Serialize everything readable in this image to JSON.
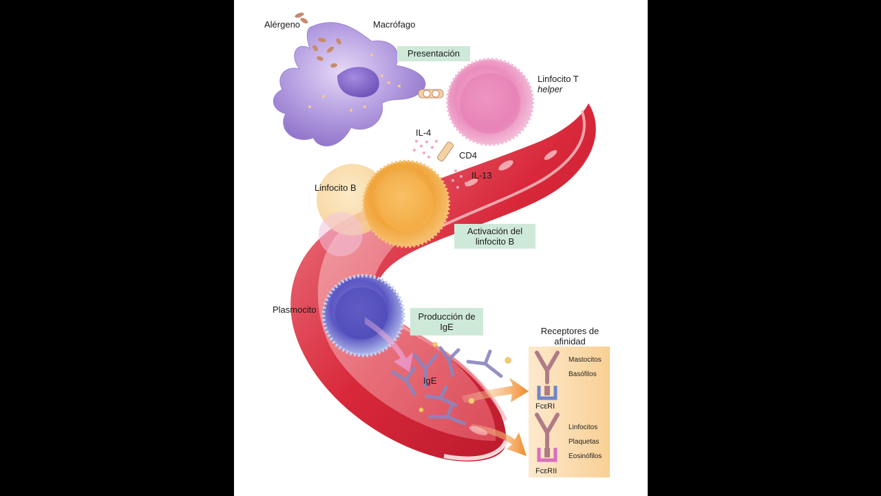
{
  "labels": {
    "alergeno": "Alérgeno",
    "macrofago": "Macrófago",
    "presentacion": "Presentación",
    "linfocito_t": "Linfocito T",
    "helper": "helper",
    "il4": "IL-4",
    "cd4": "CD4",
    "il13": "IL-13",
    "linfocito_b": "Linfocito B",
    "activacion_line1": "Activación del",
    "activacion_line2": "linfocito B",
    "plasmocito": "Plasmocito",
    "produccion_line1": "Producción de",
    "produccion_line2": "IgE",
    "ige": "IgE"
  },
  "receptors": {
    "title_line1": "Receptores de",
    "title_line2": "afinidad",
    "high": {
      "name": "FcεRI",
      "cells": [
        "Mastocitos",
        "Basófilos"
      ]
    },
    "low": {
      "name": "FcεRII",
      "cells": [
        "Linfocitos",
        "Plaquetas",
        "Eosinófilos"
      ]
    }
  },
  "colors": {
    "macrophage": "#a98ed8",
    "t_cell": "#e889b9",
    "b_cell": "#f0a43a",
    "plasma_cell": "#6e6ed0",
    "vessel": "#d8283a",
    "label_box": "#cfe9d9",
    "receptor_panel": "#fbd9a8",
    "arrow": "#f08a28"
  }
}
